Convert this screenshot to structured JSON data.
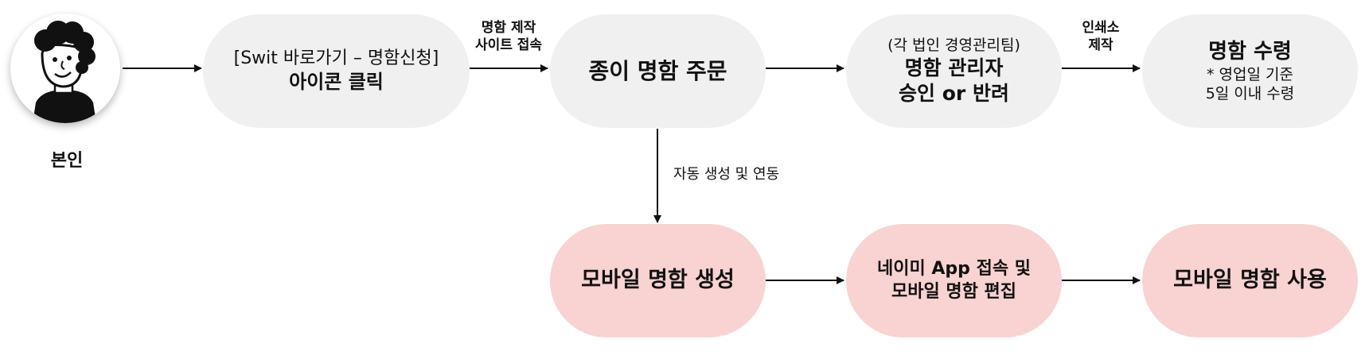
{
  "actor": {
    "label": "본인",
    "icon": "person-avatar-icon"
  },
  "nodes": {
    "swit_click": {
      "line1": "[Swit 바로가기 – 명함신청]",
      "line2": "아이콘 클릭"
    },
    "paper_order": {
      "line1": "종이 명함 주문"
    },
    "admin_approve": {
      "line1": "(각 법인 경영관리팀)",
      "line2": "명함 관리자",
      "line3": "승인 or 반려"
    },
    "receive": {
      "line1": "명함 수령",
      "line2": "* 영업일 기준",
      "line3": "5일 이내 수령"
    },
    "mobile_create": {
      "line1": "모바일 명함 생성"
    },
    "app_edit": {
      "line1": "네이미 App 접속 및",
      "line2": "모바일 명함 편집"
    },
    "mobile_use": {
      "line1": "모바일 명함 사용"
    }
  },
  "edge_labels": {
    "site_access": {
      "line1": "명함 제작",
      "line2": "사이트 접속"
    },
    "print_shop": {
      "line1": "인쇄소",
      "line2": "제작"
    },
    "auto_link": "자동 생성 및 연동"
  },
  "colors": {
    "gray_node": "#f0f0f0",
    "pink_node": "#f8d3d1",
    "arrow": "#111111"
  }
}
